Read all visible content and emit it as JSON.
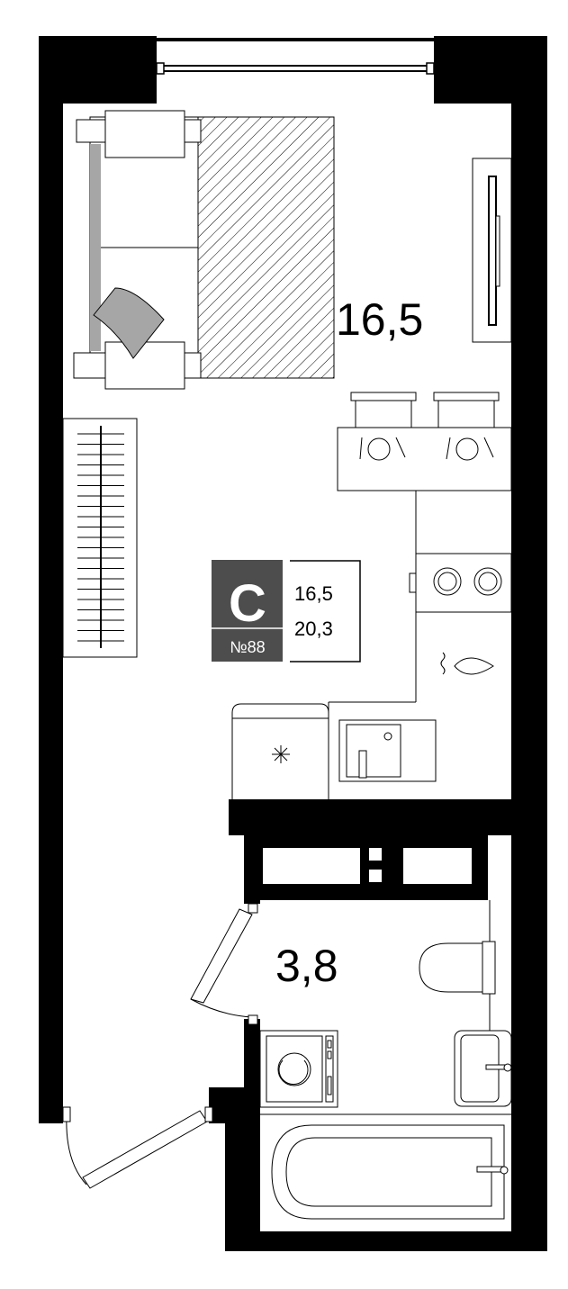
{
  "rooms": {
    "main_area": "16,5",
    "bath_area": "3,8"
  },
  "badge": {
    "type_letter": "С",
    "number": "№88",
    "living_area": "16,5",
    "total_area": "20,3"
  },
  "colors": {
    "wall": "#000000",
    "badge_bg": "#4d4d4d",
    "pillow": "#a6a6a6",
    "floor": "#ffffff"
  }
}
